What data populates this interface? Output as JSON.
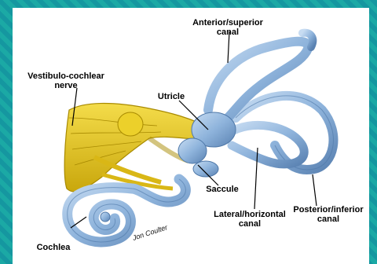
{
  "labels": {
    "anterior_line1": "Anterior/superior",
    "anterior_line2": "canal",
    "nerve_line1": "Vestibulo-cochlear",
    "nerve_line2": "nerve",
    "utricle": "Utricle",
    "saccule": "Saccule",
    "lateral_line1": "Lateral/horizontal",
    "lateral_line2": "canal",
    "posterior_line1": "Posterior/inferior",
    "posterior_line2": "canal",
    "cochlea": "Cochlea",
    "signature": "Jon Coulter"
  },
  "colors": {
    "frame": "#1aa3a0",
    "canal_blue": "#8fb4dc",
    "canal_dark": "#4f78a8",
    "nerve_yellow": "#e3c21a",
    "nerve_dark": "#a88a00"
  }
}
